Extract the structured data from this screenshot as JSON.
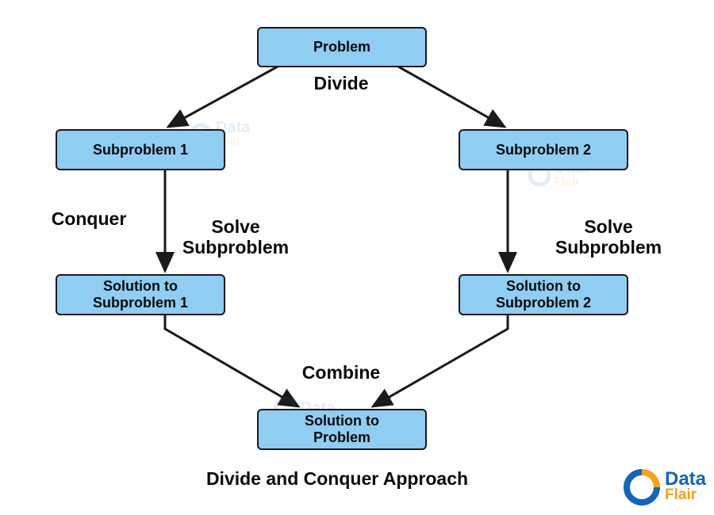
{
  "nodes": {
    "problem": "Problem",
    "subproblem_1": "Subproblem 1",
    "subproblem_2": "Subproblem 2",
    "solution_1": [
      "Solution to",
      "Subproblem 1"
    ],
    "solution_2": [
      "Solution to",
      "Subproblem 2"
    ],
    "solution_final": [
      "Solution to",
      "Problem"
    ]
  },
  "labels": {
    "divide": "Divide",
    "conquer": "Conquer",
    "solve_left": [
      "Solve",
      "Subproblem"
    ],
    "solve_right": [
      "Solve",
      "Subproblem"
    ],
    "combine": "Combine",
    "caption": "Divide and Conquer Approach"
  },
  "logo": {
    "line1": "Data",
    "line2": "Flair",
    "icon": "dataflair-logo-icon"
  },
  "colors": {
    "node_fill": "#8fcdf3",
    "stroke": "#1a1a1a",
    "logo_blue": "#1565b5",
    "logo_orange": "#f4a11c"
  }
}
